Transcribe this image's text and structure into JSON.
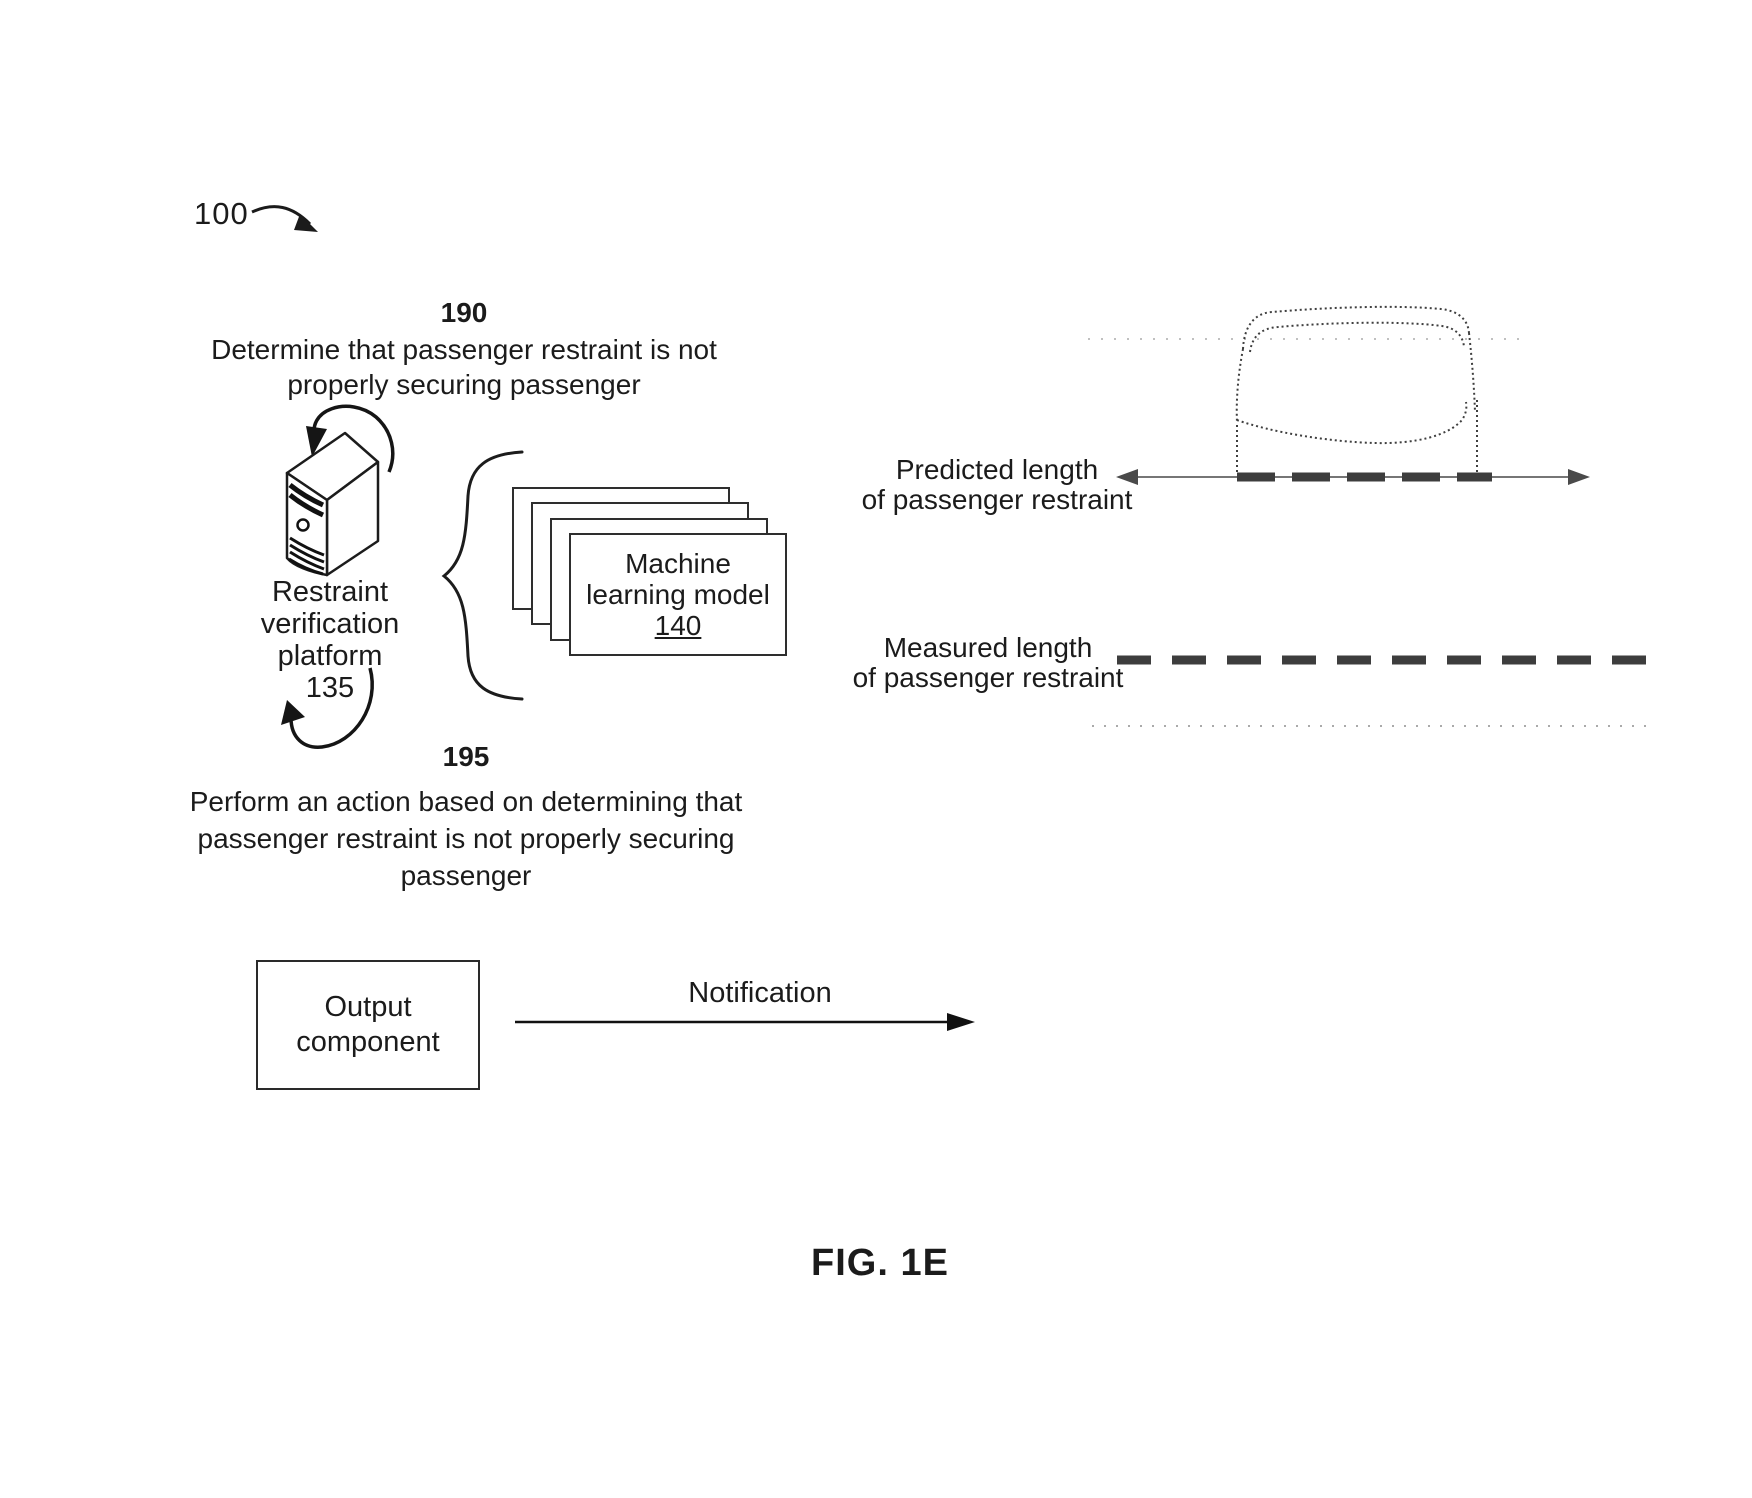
{
  "figure": {
    "ref": "100",
    "title": "FIG. 1E"
  },
  "step190": {
    "number": "190",
    "line1": "Determine that passenger restraint is not",
    "line2": "properly securing passenger"
  },
  "platform": {
    "line1": "Restraint",
    "line2": "verification",
    "line3": "platform",
    "ref": "135"
  },
  "ml_model": {
    "line1": "Machine",
    "line2": "learning model",
    "ref": "140"
  },
  "step195": {
    "number": "195",
    "line1": "Perform an action based on determining that",
    "line2": "passenger restraint is not properly securing",
    "line3": "passenger"
  },
  "measurement": {
    "predicted_line1": "Predicted length",
    "predicted_line2": "of passenger restraint",
    "measured_line1": "Measured length",
    "measured_line2": "of passenger restraint"
  },
  "output": {
    "line1": "Output",
    "line2": "component",
    "arrow_label": "Notification"
  },
  "colors": {
    "ink": "#1b1b1b",
    "dash": "#3d3d3d",
    "faint": "#9a9a9a"
  }
}
